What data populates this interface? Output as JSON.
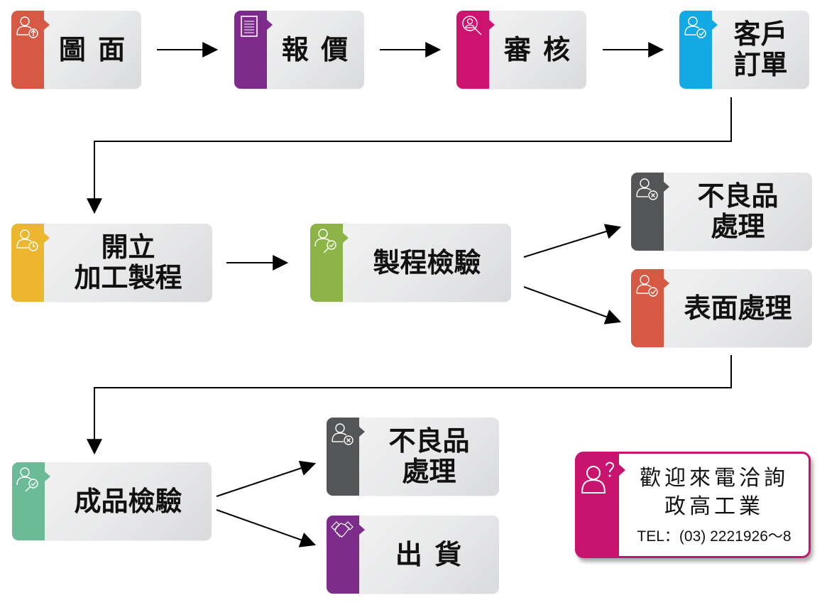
{
  "diagram": {
    "type": "process-flowchart",
    "nodes": [
      {
        "id": "drawing",
        "lines": [
          "圖 面"
        ],
        "color": "#d65a43",
        "icon": "user-upload-icon"
      },
      {
        "id": "quote",
        "lines": [
          "報 價"
        ],
        "color": "#7d2c8b",
        "icon": "document-icon"
      },
      {
        "id": "review",
        "lines": [
          "審 核"
        ],
        "color": "#cc1370",
        "icon": "user-search-icon"
      },
      {
        "id": "customer-order",
        "lines": [
          "客戶",
          "訂單"
        ],
        "color": "#13a9e4",
        "icon": "user-check-icon"
      },
      {
        "id": "process-setup",
        "lines": [
          "開立",
          "加工製程"
        ],
        "color": "#ecb62e",
        "icon": "user-clock-icon"
      },
      {
        "id": "process-inspection",
        "lines": [
          "製程檢驗"
        ],
        "color": "#8cb446",
        "icon": "user-inspect-icon"
      },
      {
        "id": "defect-handling-1",
        "lines": [
          "不良品",
          "處理"
        ],
        "color": "#545557",
        "icon": "user-reject-icon"
      },
      {
        "id": "surface-treatment",
        "lines": [
          "表面處理"
        ],
        "color": "#d65a43",
        "icon": "user-check-icon"
      },
      {
        "id": "final-inspection",
        "lines": [
          "成品檢驗"
        ],
        "color": "#6bbb96",
        "icon": "user-inspect-icon"
      },
      {
        "id": "defect-handling-2",
        "lines": [
          "不良品",
          "處理"
        ],
        "color": "#545557",
        "icon": "user-reject-icon"
      },
      {
        "id": "shipping",
        "lines": [
          "出 貨"
        ],
        "color": "#7d2c8b",
        "icon": "handshake-icon"
      }
    ],
    "edges": [
      [
        "drawing",
        "quote"
      ],
      [
        "quote",
        "review"
      ],
      [
        "review",
        "customer-order"
      ],
      [
        "customer-order",
        "process-setup"
      ],
      [
        "process-setup",
        "process-inspection"
      ],
      [
        "process-inspection",
        "defect-handling-1"
      ],
      [
        "process-inspection",
        "surface-treatment"
      ],
      [
        "surface-treatment",
        "final-inspection"
      ],
      [
        "final-inspection",
        "defect-handling-2"
      ],
      [
        "final-inspection",
        "shipping"
      ]
    ]
  },
  "contact": {
    "line1": "歡迎來電洽詢",
    "line2": "政高工業",
    "phone": "TEL：(03) 2221926～8",
    "icon": "user-question-icon",
    "color": "#c8136f"
  }
}
